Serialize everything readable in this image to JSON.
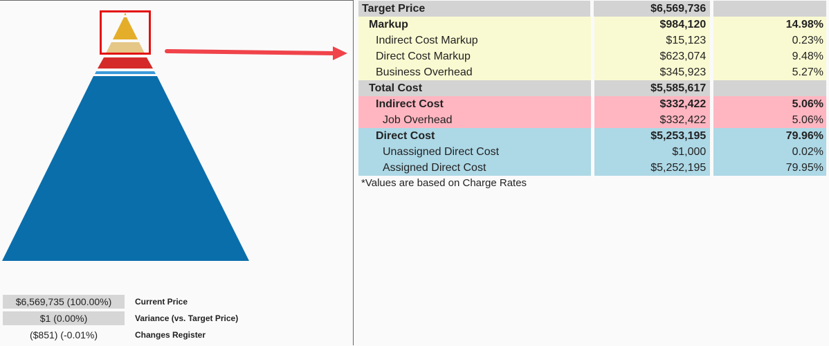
{
  "chart_data": {
    "type": "pyramid",
    "title": "",
    "layers_top_to_bottom": [
      {
        "name": "Indirect Cost Markup",
        "value": 15123,
        "percent": 0.23,
        "color": "#e4ae2a"
      },
      {
        "name": "Direct Cost Markup",
        "value": 623074,
        "percent": 9.48,
        "color": "#e4ae2a"
      },
      {
        "name": "Business Overhead",
        "value": 345923,
        "percent": 5.27,
        "color": "#e5c888"
      },
      {
        "name": "Job Overhead",
        "value": 332422,
        "percent": 5.06,
        "color": "#d42b2a"
      },
      {
        "name": "Unassigned Direct Cost",
        "value": 1000,
        "percent": 0.02,
        "color": "#3a9ad9"
      },
      {
        "name": "Assigned Direct Cost",
        "value": 5252195,
        "percent": 79.95,
        "color": "#0a6eab"
      }
    ]
  },
  "colors": {
    "header_gray": "#d3d3d3",
    "markup_yellow": "#fafad2",
    "indirect_pink": "#ffb6c1",
    "direct_blue": "#add8e6",
    "annotation_red": "#e41010"
  },
  "summary": {
    "current_price": {
      "value": "$6,569,735 (100.00%)",
      "label": "Current Price"
    },
    "variance": {
      "value": "$1 (0.00%)",
      "label": "Variance (vs. Target Price)"
    },
    "changes_register": {
      "value": "($851) (-0.01%)",
      "label": "Changes Register"
    }
  },
  "table": {
    "rows": [
      {
        "label": "Target Price",
        "amount": "$6,569,736",
        "percent": "",
        "bold": true,
        "group": "gray",
        "indent": 0
      },
      {
        "label": "Markup",
        "amount": "$984,120",
        "percent": "14.98%",
        "bold": true,
        "group": "yellow",
        "indent": 1
      },
      {
        "label": "Indirect Cost Markup",
        "amount": "$15,123",
        "percent": "0.23%",
        "bold": false,
        "group": "yellow",
        "indent": 2
      },
      {
        "label": "Direct Cost Markup",
        "amount": "$623,074",
        "percent": "9.48%",
        "bold": false,
        "group": "yellow",
        "indent": 2
      },
      {
        "label": "Business Overhead",
        "amount": "$345,923",
        "percent": "5.27%",
        "bold": false,
        "group": "yellow",
        "indent": 2
      },
      {
        "label": "Total Cost",
        "amount": "$5,585,617",
        "percent": "",
        "bold": true,
        "group": "gray",
        "indent": 1
      },
      {
        "label": "Indirect Cost",
        "amount": "$332,422",
        "percent": "5.06%",
        "bold": true,
        "group": "pink",
        "indent": 2
      },
      {
        "label": "Job Overhead",
        "amount": "$332,422",
        "percent": "5.06%",
        "bold": false,
        "group": "pink",
        "indent": 3
      },
      {
        "label": "Direct Cost",
        "amount": "$5,253,195",
        "percent": "79.96%",
        "bold": true,
        "group": "blue",
        "indent": 2
      },
      {
        "label": "Unassigned Direct Cost",
        "amount": "$1,000",
        "percent": "0.02%",
        "bold": false,
        "group": "blue",
        "indent": 3
      },
      {
        "label": "Assigned Direct Cost",
        "amount": "$5,252,195",
        "percent": "79.95%",
        "bold": false,
        "group": "blue",
        "indent": 3
      }
    ],
    "footnote": "*Values are based on Charge Rates"
  }
}
